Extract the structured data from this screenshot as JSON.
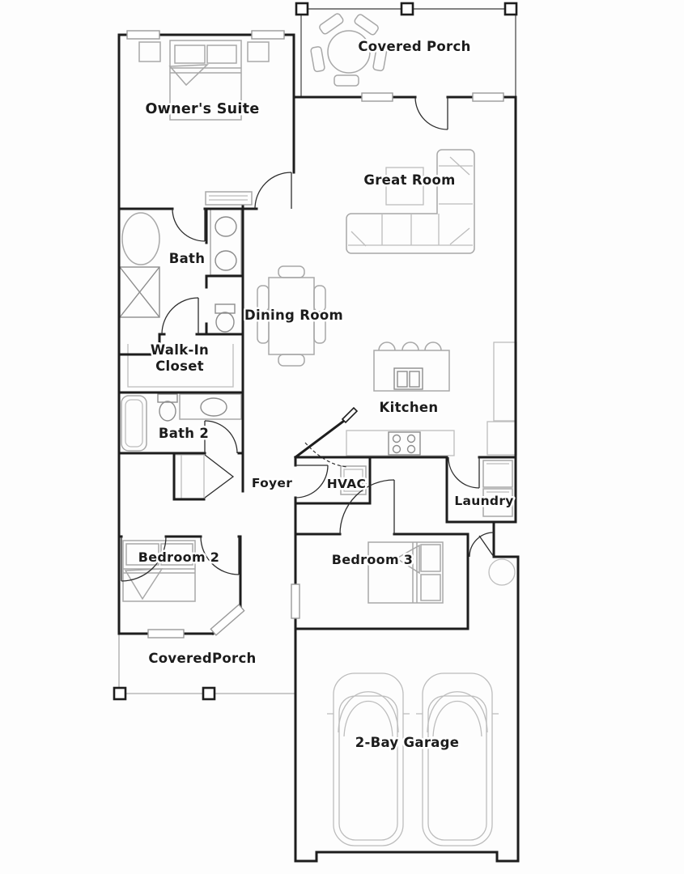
{
  "rooms": {
    "owners_suite": "Owner's Suite",
    "covered_porch": "Covered Porch",
    "great_room": "Great Room",
    "bath": "Bath",
    "dining_room": "Dining Room",
    "walk_in_closet_line1": "Walk-In",
    "walk_in_closet_line2": "Closet",
    "kitchen": "Kitchen",
    "bath_2": "Bath 2",
    "foyer": "Foyer",
    "hvac": "HVAC",
    "laundry": "Laundry",
    "bedroom_2": "Bedroom 2",
    "bedroom_3": "Bedroom 3",
    "covered_porch_rear": "CoveredPorch",
    "garage": "2-Bay Garage"
  },
  "colors": {
    "walls": "#1d1d1d",
    "furniture": "#a8a8a8",
    "background": "#fdfdfd",
    "label_text": "#1c1c1c"
  }
}
